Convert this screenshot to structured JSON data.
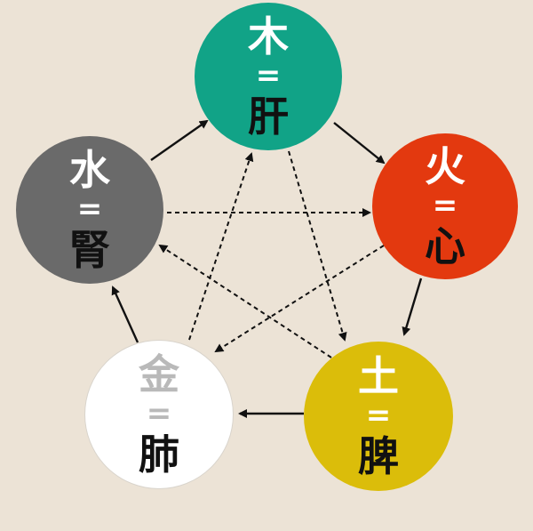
{
  "diagram": {
    "nodes": [
      {
        "id": "wood",
        "element": "木",
        "separator": "=",
        "organ": "肝",
        "color": "#11a387"
      },
      {
        "id": "fire",
        "element": "火",
        "separator": "=",
        "organ": "心",
        "color": "#e3390f"
      },
      {
        "id": "earth",
        "element": "土",
        "separator": "=",
        "organ": "脾",
        "color": "#dbbd0a"
      },
      {
        "id": "metal",
        "element": "金",
        "separator": "=",
        "organ": "肺",
        "color": "#ffffff"
      },
      {
        "id": "water",
        "element": "水",
        "separator": "=",
        "organ": "腎",
        "color": "#6a6a6a"
      }
    ],
    "generating_cycle": [
      {
        "from": "wood",
        "to": "fire"
      },
      {
        "from": "fire",
        "to": "earth"
      },
      {
        "from": "earth",
        "to": "metal"
      },
      {
        "from": "metal",
        "to": "water"
      },
      {
        "from": "water",
        "to": "wood"
      }
    ],
    "controlling_cycle": [
      {
        "from": "wood",
        "to": "earth"
      },
      {
        "from": "earth",
        "to": "water"
      },
      {
        "from": "water",
        "to": "fire"
      },
      {
        "from": "fire",
        "to": "metal"
      },
      {
        "from": "metal",
        "to": "wood"
      }
    ]
  }
}
